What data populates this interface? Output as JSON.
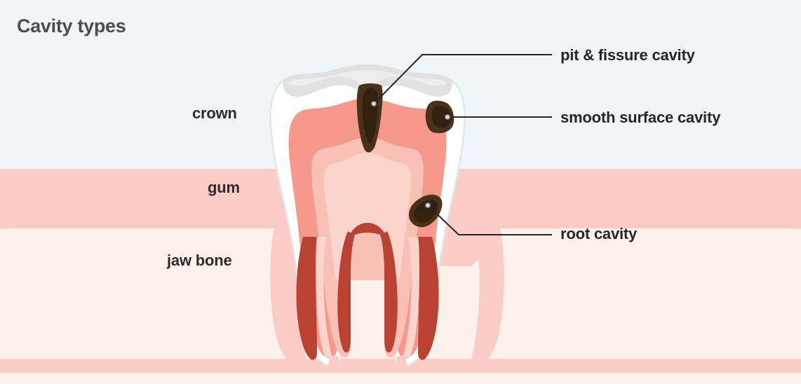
{
  "title": "Cavity types",
  "anatomy_labels": [
    {
      "id": "crown",
      "text": "crown"
    },
    {
      "id": "gum",
      "text": "gum"
    },
    {
      "id": "jaw-bone",
      "text": "jaw bone"
    }
  ],
  "callouts": [
    {
      "id": "pit-fissure",
      "text": "pit & fissure cavity"
    },
    {
      "id": "smooth-surface",
      "text": "smooth surface cavity"
    },
    {
      "id": "root",
      "text": "root cavity"
    }
  ],
  "colors": {
    "background_upper": "#eff6f9",
    "gum_band": "#fbcdc6",
    "jaw_bone": "#fdf1ec",
    "jaw_strip": "#fbcdc6",
    "enamel": "#ffffff",
    "enamel_outline": "#e3e6e7",
    "occlusal_shade": "#dcdcdc",
    "dentin": "#f4998c",
    "pulp": "#f9c0b5",
    "pulp_inner": "#fbd4cb",
    "root_canal": "#b94232",
    "cavity": "#4a3119",
    "cavity_dark": "#33200f",
    "leader_line": "#262626",
    "title_text": "#4a4e52",
    "label_text": "#2f2b2b"
  },
  "diagram": {
    "type": "anatomical-illustration",
    "subject": "molar tooth cross-section showing three cavity locations",
    "regions": [
      {
        "name": "background-upper",
        "y_range": [
          0,
          240
        ]
      },
      {
        "name": "gum-band",
        "y_range": [
          240,
          325
        ]
      },
      {
        "name": "jaw-bone",
        "y_range": [
          325,
          512
        ]
      },
      {
        "name": "jaw-strip",
        "y_range": [
          512,
          532
        ]
      },
      {
        "name": "jaw-lower",
        "y_range": [
          532,
          548
        ]
      }
    ],
    "tooth_parts": [
      "enamel",
      "dentin",
      "pulp chamber",
      "root canals",
      "periodontal sockets"
    ],
    "cavity_markers": [
      {
        "name": "pit-fissure-cavity",
        "point": [
          530,
          147
        ]
      },
      {
        "name": "smooth-surface-cavity",
        "point": [
          637,
          167
        ]
      },
      {
        "name": "root-cavity",
        "point": [
          612,
          293
        ]
      }
    ]
  }
}
